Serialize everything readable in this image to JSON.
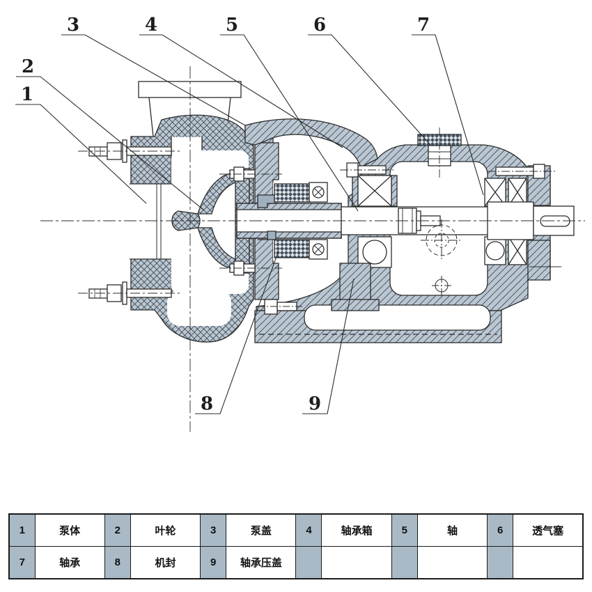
{
  "figure_colors": {
    "hatch_fill": "#bac7d3",
    "line_color": "#2b2b2b",
    "table_number_cell_bg": "#a9bac6",
    "table_border": "#1a1a1a"
  },
  "callouts": [
    {
      "num": "1"
    },
    {
      "num": "2"
    },
    {
      "num": "3"
    },
    {
      "num": "4"
    },
    {
      "num": "5"
    },
    {
      "num": "6"
    },
    {
      "num": "7"
    },
    {
      "num": "8"
    },
    {
      "num": "9"
    }
  ],
  "parts_table": {
    "rows": [
      [
        {
          "num": "1",
          "name": "泵体"
        },
        {
          "num": "2",
          "name": "叶轮"
        },
        {
          "num": "3",
          "name": "泵盖"
        },
        {
          "num": "4",
          "name": "轴承箱"
        },
        {
          "num": "5",
          "name": "轴"
        },
        {
          "num": "6",
          "name": "透气塞"
        }
      ],
      [
        {
          "num": "7",
          "name": "轴承"
        },
        {
          "num": "8",
          "name": "机封"
        },
        {
          "num": "9",
          "name": "轴承压盖"
        },
        {
          "num": "",
          "name": ""
        },
        {
          "num": "",
          "name": ""
        },
        {
          "num": "",
          "name": ""
        }
      ]
    ]
  }
}
